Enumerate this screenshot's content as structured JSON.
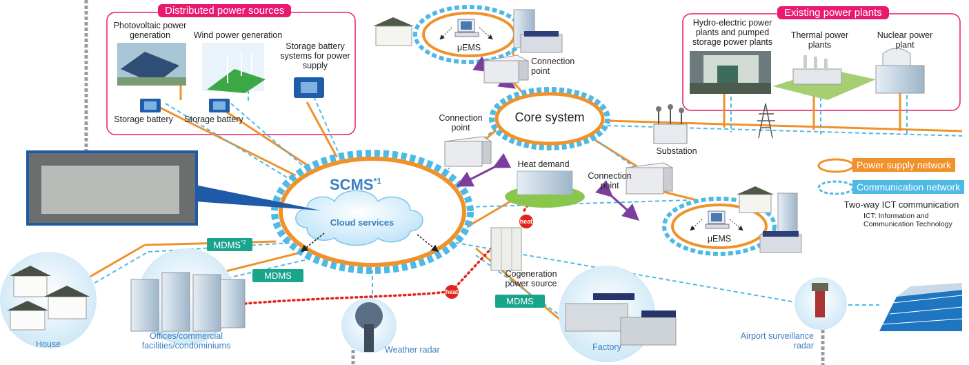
{
  "sections": {
    "distributed": "Distributed power sources",
    "existing": "Existing power plants"
  },
  "nodes": {
    "pv": "Photovoltaic power generation",
    "wind": "Wind power generation",
    "storage_supply": "Storage battery systems for power supply",
    "storage1": "Storage battery",
    "storage2": "Storage battery",
    "hydro": "Hydro-electric power plants and pumped storage power plants",
    "thermal": "Thermal power plants",
    "nuclear": "Nuclear power plant",
    "uems_top": "μEMS",
    "uems_right": "μEMS",
    "conn_top": "Connection point",
    "conn_left": "Connection point",
    "conn_right": "Connection point",
    "core": "Core system",
    "substation": "Substation",
    "heat_demand": "Heat demand",
    "scms": "SCMS",
    "scms_note": "*1",
    "cloud": "Cloud services",
    "mdms1": "MDMS",
    "mdms1_note": "*2",
    "mdms2": "MDMS",
    "mdms3": "MDMS",
    "cogeneration": "Cogeneration power source",
    "house": "House",
    "offices": "Offices/commercial facilities/condominiums",
    "weather": "Weather radar",
    "factory": "Factory",
    "airport": "Airport surveillance radar",
    "heat1": "heat",
    "heat2": "heat"
  },
  "legend": {
    "power": "Power supply network",
    "comm": "Communication network",
    "two_way": "Two-way ICT communication",
    "ict": "ICT: Information and Communication Technology"
  },
  "colors": {
    "power": "#f0912a",
    "comm": "#4fb9e6",
    "accent_red": "#e8196e",
    "mdms_green": "#19a48c",
    "heat_red": "#e2231a",
    "scms_blue": "#3a7fc0"
  }
}
